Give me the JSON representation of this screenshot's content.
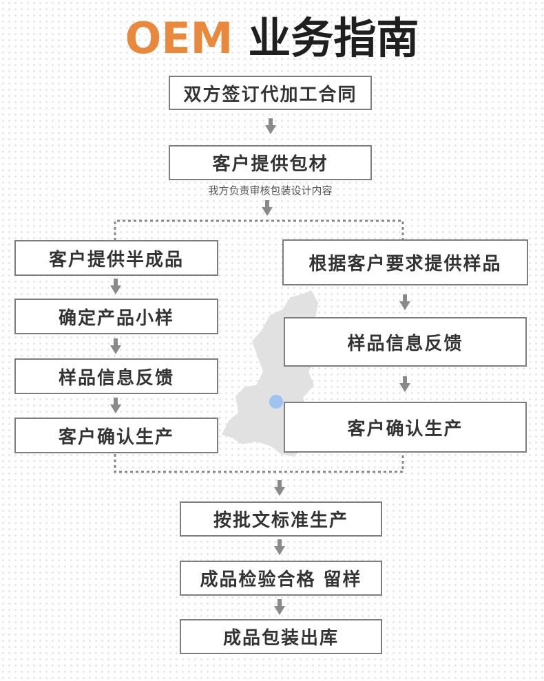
{
  "title": {
    "prefix": "OEM",
    "main": "业务指南"
  },
  "steps": {
    "contract": "双方签订代加工合同",
    "materials": "客户提供包材",
    "materials_note": "我方负责审核包装设计内容",
    "left": {
      "semi_finished": "客户提供半成品",
      "confirm_sample": "确定产品小样",
      "feedback": "样品信息反馈",
      "confirm_production": "客户确认生产"
    },
    "right": {
      "provide_sample": "根据客户要求提供样品",
      "feedback": "样品信息反馈",
      "confirm_production": "客户确认生产"
    },
    "produce": "按批文标准生产",
    "inspect": "成品检验合格 留样",
    "ship": "成品包装出库"
  },
  "colors": {
    "accent": "#e8893e",
    "box_border": "#7d7d7d",
    "arrow": "#8a8a8a",
    "map_fill": "#e1e1e1",
    "map_marker": "#9ec3ee"
  },
  "icons": [
    "arrow-down-icon",
    "region-map-icon",
    "location-marker-icon"
  ]
}
